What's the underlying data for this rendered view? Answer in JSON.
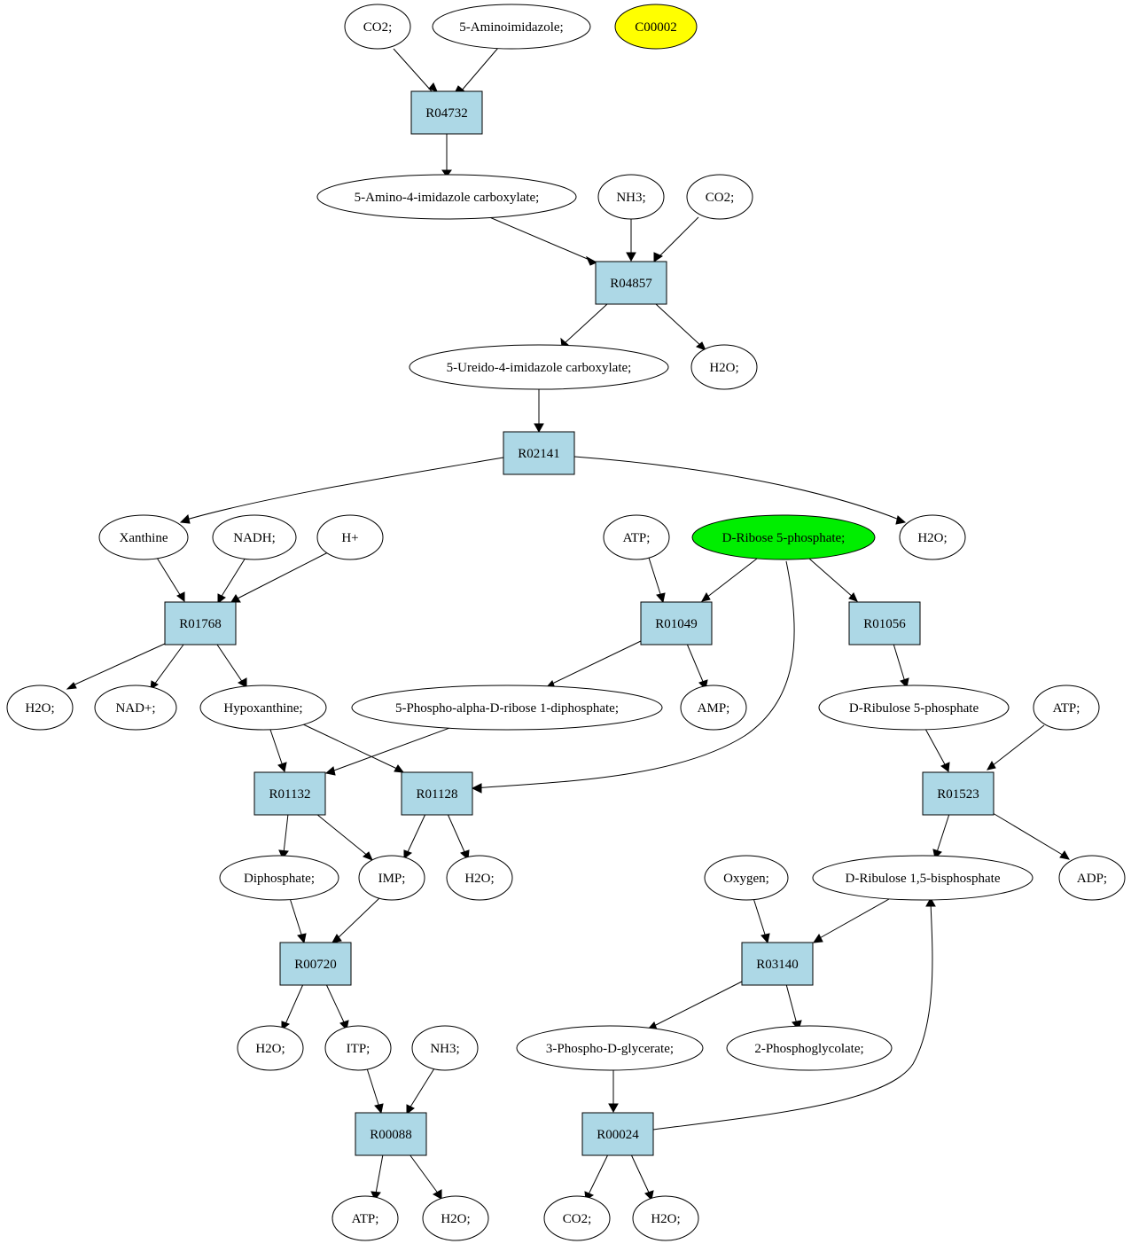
{
  "colors": {
    "reaction_fill": "#add8e6",
    "compound_fill": "#ffffff",
    "highlight_yellow": "#ffff00",
    "highlight_green": "#00ee00",
    "stroke": "#000000"
  },
  "nodes": {
    "co2_top": "CO2;",
    "aminoimidazole": "5-Aminoimidazole;",
    "c00002": "C00002",
    "r04732": "R04732",
    "amino_carboxylate": "5-Amino-4-imidazole carboxylate;",
    "nh3_top": "NH3;",
    "co2_mid": "CO2;",
    "r04857": "R04857",
    "ureido_carboxylate": "5-Ureido-4-imidazole carboxylate;",
    "h2o_r04857": "H2O;",
    "r02141": "R02141",
    "xanthine": "Xanthine",
    "nadh": "NADH;",
    "h_plus": "H+",
    "atp_r01049": "ATP;",
    "ribose5p": "D-Ribose 5-phosphate;",
    "h2o_r02141": "H2O;",
    "r01768": "R01768",
    "r01049": "R01049",
    "r01056": "R01056",
    "h2o_r01768": "H2O;",
    "nad_plus": "NAD+;",
    "hypoxanthine": "Hypoxanthine;",
    "prpp": "5-Phospho-alpha-D-ribose 1-diphosphate;",
    "amp": "AMP;",
    "ribulose5p": "D-Ribulose 5-phosphate",
    "atp_r01523": "ATP;",
    "r01132": "R01132",
    "r01128": "R01128",
    "r01523": "R01523",
    "diphosphate": "Diphosphate;",
    "imp": "IMP;",
    "h2o_r01128": "H2O;",
    "oxygen": "Oxygen;",
    "rubp": "D-Ribulose 1,5-bisphosphate",
    "adp": "ADP;",
    "r00720": "R00720",
    "r03140": "R03140",
    "h2o_r00720": "H2O;",
    "itp": "ITP;",
    "nh3_r00088": "NH3;",
    "pga": "3-Phospho-D-glycerate;",
    "phosphoglycolate": "2-Phosphoglycolate;",
    "r00088": "R00088",
    "r00024": "R00024",
    "atp_r00088": "ATP;",
    "h2o_r00088": "H2O;",
    "co2_r00024": "CO2;",
    "h2o_r00024": "H2O;"
  }
}
